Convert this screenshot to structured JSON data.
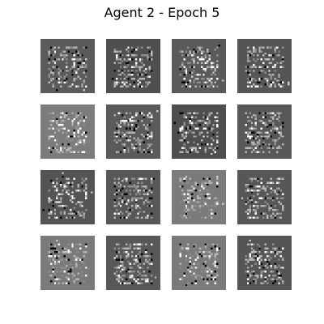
{
  "figure": {
    "title": "Agent 2 - Epoch 5"
  },
  "samples": [
    {
      "background": "#5b5b5b",
      "seed": 11
    },
    {
      "background": "#4f4f4f",
      "seed": 23
    },
    {
      "background": "#5a5a5a",
      "seed": 37
    },
    {
      "background": "#555555",
      "seed": 41
    },
    {
      "background": "#7c7c7c",
      "seed": 53
    },
    {
      "background": "#5a5a5a",
      "seed": 67
    },
    {
      "background": "#4e4e4e",
      "seed": 71
    },
    {
      "background": "#585858",
      "seed": 89
    },
    {
      "background": "#545454",
      "seed": 97
    },
    {
      "background": "#575757",
      "seed": 101
    },
    {
      "background": "#7b7b7b",
      "seed": 113
    },
    {
      "background": "#575757",
      "seed": 127
    },
    {
      "background": "#7a7a7a",
      "seed": 131
    },
    {
      "background": "#585858",
      "seed": 139
    },
    {
      "background": "#7a7a7a",
      "seed": 149
    },
    {
      "background": "#555555",
      "seed": 157
    }
  ]
}
